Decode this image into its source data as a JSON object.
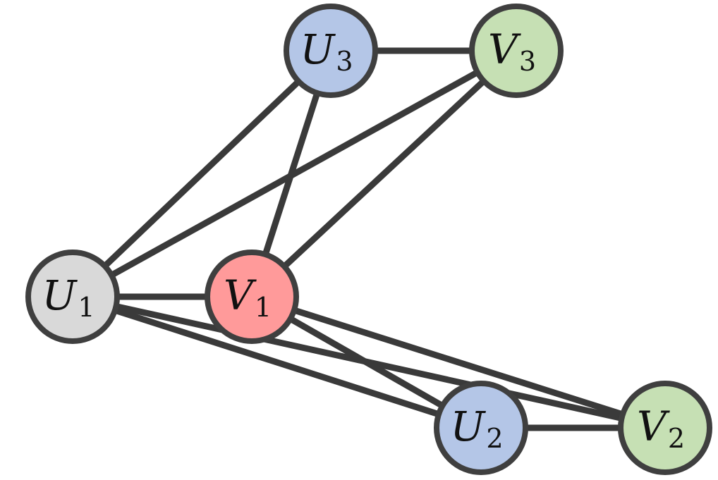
{
  "nodes": [
    {
      "id": "U1",
      "label": "U",
      "subscript": "1",
      "fill": "#d9d9d9"
    },
    {
      "id": "V1",
      "label": "V",
      "subscript": "1",
      "fill": "#ff9a9a"
    },
    {
      "id": "U2",
      "label": "U",
      "subscript": "2",
      "fill": "#b4c6e7"
    },
    {
      "id": "V2",
      "label": "V",
      "subscript": "2",
      "fill": "#c6e0b4"
    },
    {
      "id": "U3",
      "label": "U",
      "subscript": "3",
      "fill": "#b4c6e7"
    },
    {
      "id": "V3",
      "label": "V",
      "subscript": "3",
      "fill": "#c6e0b4"
    }
  ],
  "edges": [
    [
      "U1",
      "V1"
    ],
    [
      "U1",
      "U3"
    ],
    [
      "U1",
      "V3"
    ],
    [
      "U1",
      "U2"
    ],
    [
      "U1",
      "V2"
    ],
    [
      "V1",
      "U3"
    ],
    [
      "V1",
      "V3"
    ],
    [
      "V1",
      "U2"
    ],
    [
      "V1",
      "V2"
    ],
    [
      "U3",
      "V3"
    ],
    [
      "U2",
      "V2"
    ]
  ]
}
